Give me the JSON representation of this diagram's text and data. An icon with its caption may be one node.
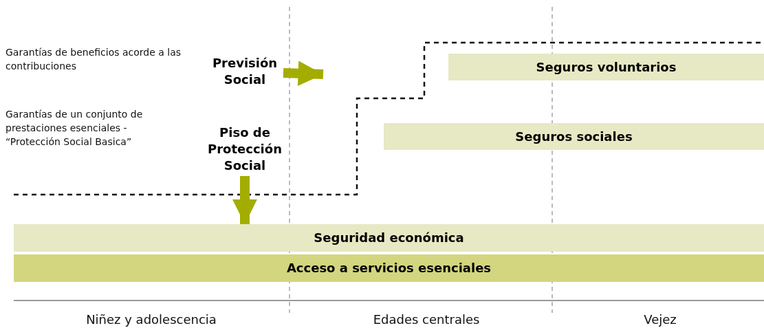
{
  "diagram": {
    "nodes": [
      {
        "text": [
          "Previsión Social"
        ]
      },
      {
        "text": [
          "Seguros voluntarios"
        ]
      },
      {
        "text": [
          "Piso de Protección Social"
        ]
      },
      {
        "text": [
          "Seguros sociales"
        ]
      },
      {
        "text": [
          "Seguridad económica"
        ]
      },
      {
        "text": [
          "Acceso a servicios esenciales"
        ]
      }
    ],
    "edges": [
      {
        "from": 0,
        "to": null,
        "arrow": "to"
      },
      {
        "from": 2,
        "to": 4,
        "arrow": "to"
      }
    ],
    "labels": [
      "Garantías de beneficios acorde a las contribuciones",
      "Garantías de un conjunto de prestaciones esenciales - “Protección Social Basica”",
      "Niñez y adolescencia",
      "Edades centrales",
      "Vejez"
    ]
  }
}
